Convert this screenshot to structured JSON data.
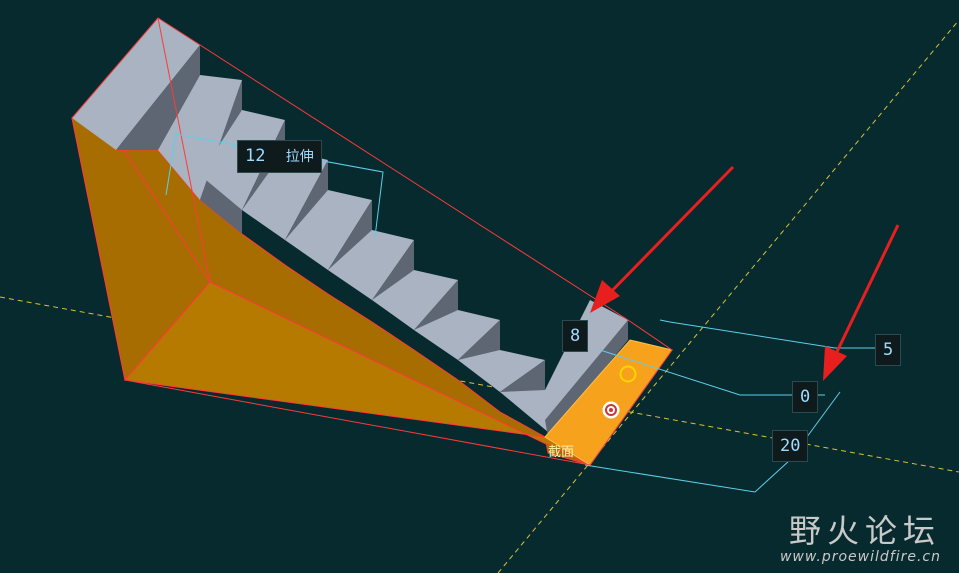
{
  "dimensions": {
    "extrude_depth": "12",
    "extrude_label": "拉伸",
    "step_value": "8",
    "right_top": "5",
    "right_mid": "0",
    "right_bottom": "20"
  },
  "section_tag": "截面",
  "watermark": {
    "title": "野火论坛",
    "url": "www.proewildfire.cn"
  },
  "colors": {
    "background": "#062a2e",
    "stair_top": "#a9b3c1",
    "stair_riser": "#5f6673",
    "side_face": "#a86d00",
    "selected_face": "#f7a21c",
    "edge": "#ff3a3a",
    "dimension_line": "#5ecfe8",
    "datum_line": "#d8c13a",
    "arrow": "#e81f1f"
  },
  "icons": [
    "drag-handle-icon",
    "center-target-icon",
    "red-arrow-icon"
  ]
}
